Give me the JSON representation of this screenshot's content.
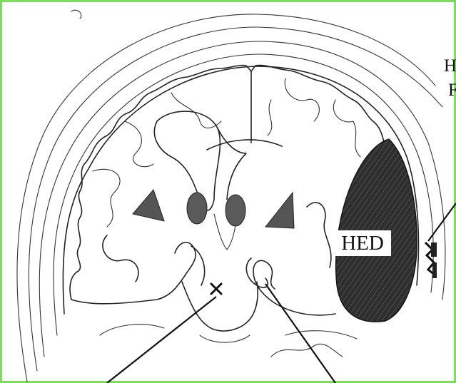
{
  "figure": {
    "frame_color": "#7cdc5c",
    "ink_color": "#222222",
    "hematoma_fill": "#3a3a3a"
  },
  "labels": {
    "hematoma": "HED",
    "cut_label_line1": "H",
    "cut_label_line2": "F"
  }
}
